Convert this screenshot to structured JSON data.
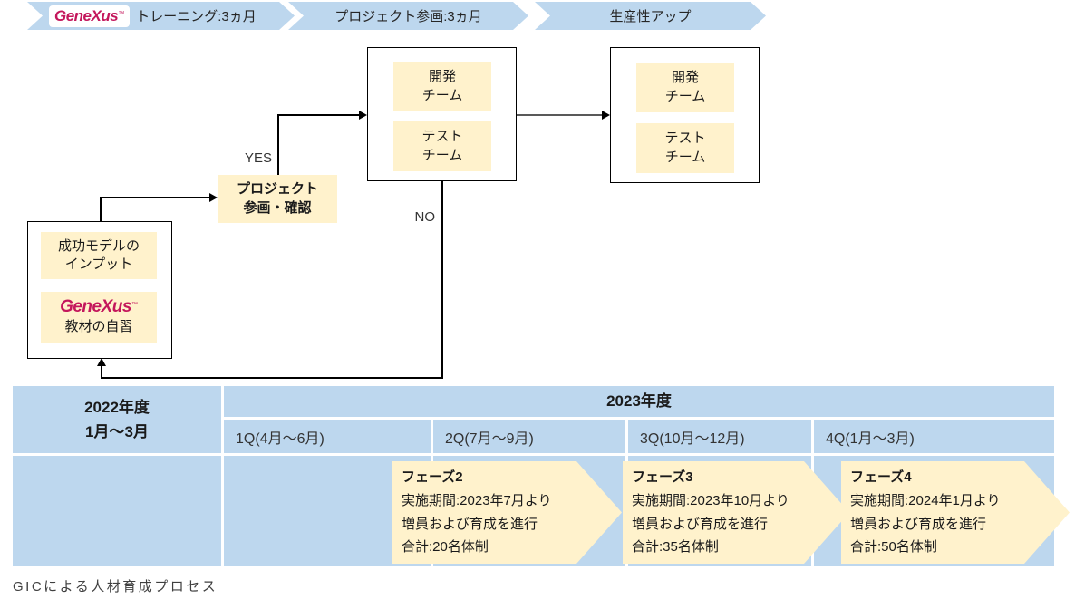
{
  "colors": {
    "banner_blue": "#BDD7EE",
    "box_cream": "#FFF2CC",
    "genexus_magenta": "#C4175C"
  },
  "banners": [
    {
      "logo": "GeneXus",
      "tm": "™",
      "label": "トレーニング:3ヵ月"
    },
    {
      "label": "プロジェクト参画:3ヵ月"
    },
    {
      "label": "生産性アップ"
    }
  ],
  "flow": {
    "start": {
      "input_line1": "成功モデルの",
      "input_line2": "インプット",
      "logo": "GeneXus",
      "tm": "™",
      "study_label": "教材の自習"
    },
    "decision": {
      "line1": "プロジェクト",
      "line2": "参画・確認"
    },
    "yes": "YES",
    "no": "NO",
    "team1": {
      "dev_line1": "開発",
      "dev_line2": "チーム",
      "test_line1": "テスト",
      "test_line2": "チーム"
    },
    "team2": {
      "dev_line1": "開発",
      "dev_line2": "チーム",
      "test_line1": "テスト",
      "test_line2": "チーム"
    }
  },
  "timeline": {
    "fy2022_line1": "2022年度",
    "fy2022_line2": "1月〜3月",
    "fy2023": "2023年度",
    "quarters": [
      "1Q(4月〜6月)",
      "2Q(7月〜9月)",
      "3Q(10月〜12月)",
      "4Q(1月〜3月)"
    ],
    "phases": [
      {
        "title": "フェーズ2",
        "period": "実施期間:2023年7月より",
        "action": "増員および育成を進行",
        "total": "合計:20名体制"
      },
      {
        "title": "フェーズ3",
        "period": "実施期間:2023年10月より",
        "action": "増員および育成を進行",
        "total": "合計:35名体制"
      },
      {
        "title": "フェーズ4",
        "period": "実施期間:2024年1月より",
        "action": "増員および育成を進行",
        "total": "合計:50名体制"
      }
    ]
  },
  "caption": "GICによる人材育成プロセス"
}
